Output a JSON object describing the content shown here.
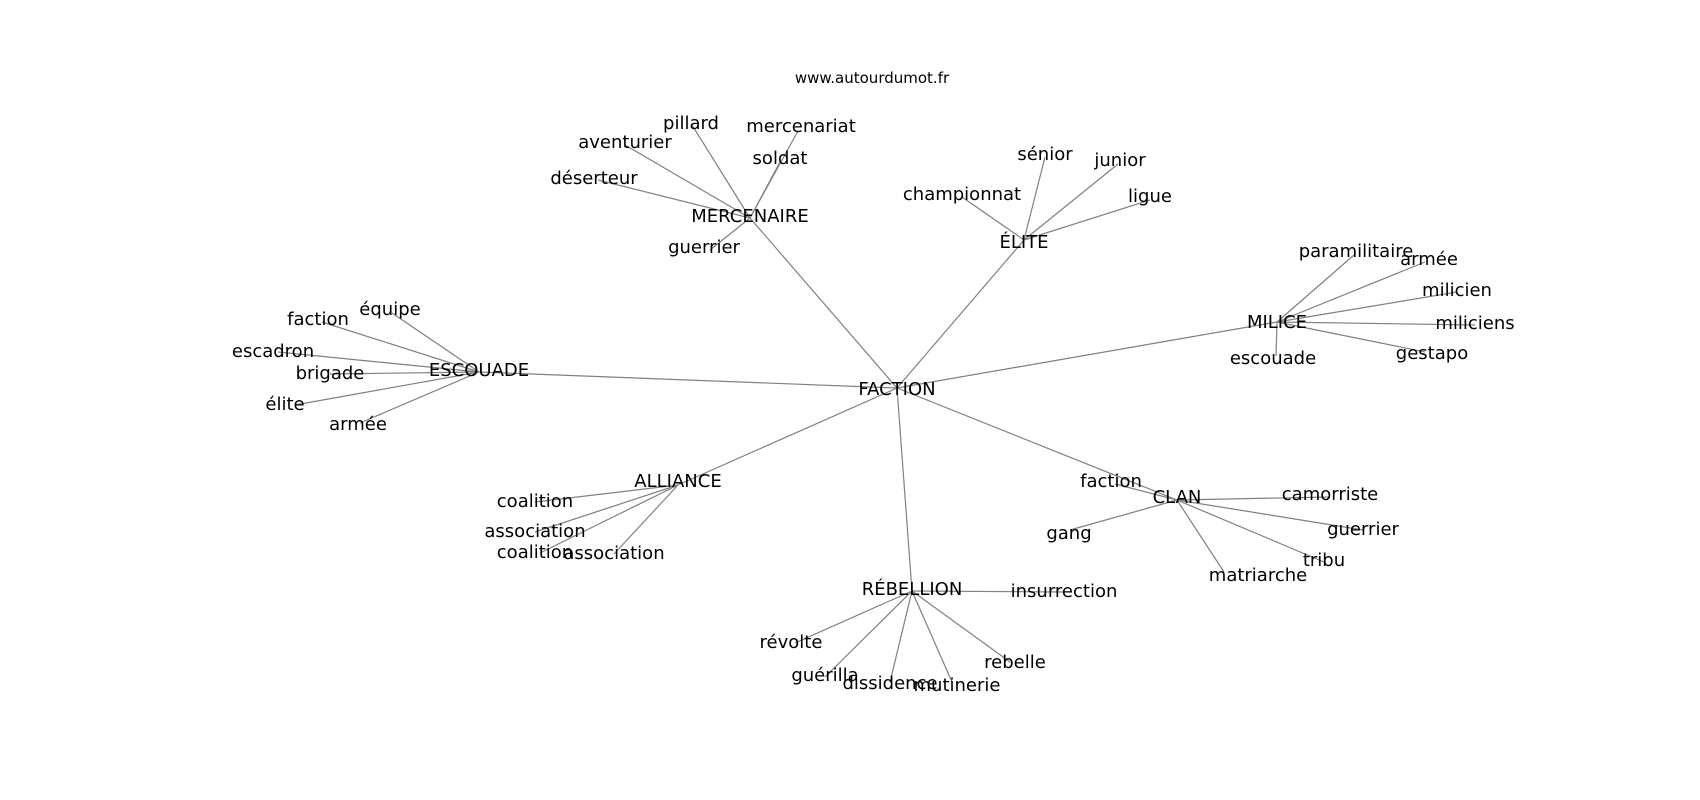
{
  "site": "www.autourdumot.fr",
  "root": "FACTION",
  "clusters": [
    {
      "id": "mercenaire",
      "label": "MERCENAIRE",
      "words": [
        "pillard",
        "mercenariat",
        "aventurier",
        "soldat",
        "déserteur",
        "guerrier"
      ]
    },
    {
      "id": "elite",
      "label": "ÉLITE",
      "words": [
        "sénior",
        "junior",
        "championnat",
        "ligue"
      ]
    },
    {
      "id": "milice",
      "label": "MILICE",
      "words": [
        "paramilitaire",
        "armée",
        "milicien",
        "miliciens",
        "escouade",
        "gestapo"
      ]
    },
    {
      "id": "escouade",
      "label": "ESCOUADE",
      "words": [
        "équipe",
        "faction",
        "escadron",
        "brigade",
        "élite",
        "armée"
      ]
    },
    {
      "id": "alliance",
      "label": "ALLIANCE",
      "words": [
        "coalition",
        "association",
        "coalition",
        "association"
      ]
    },
    {
      "id": "clan",
      "label": "CLAN",
      "words": [
        "faction",
        "camorriste",
        "gang",
        "guerrier",
        "tribu",
        "matriarche"
      ]
    },
    {
      "id": "rebellion",
      "label": "RÉBELLION",
      "words": [
        "insurrection",
        "révolte",
        "rebelle",
        "guérilla",
        "dissidence",
        "mutinerie"
      ]
    }
  ]
}
